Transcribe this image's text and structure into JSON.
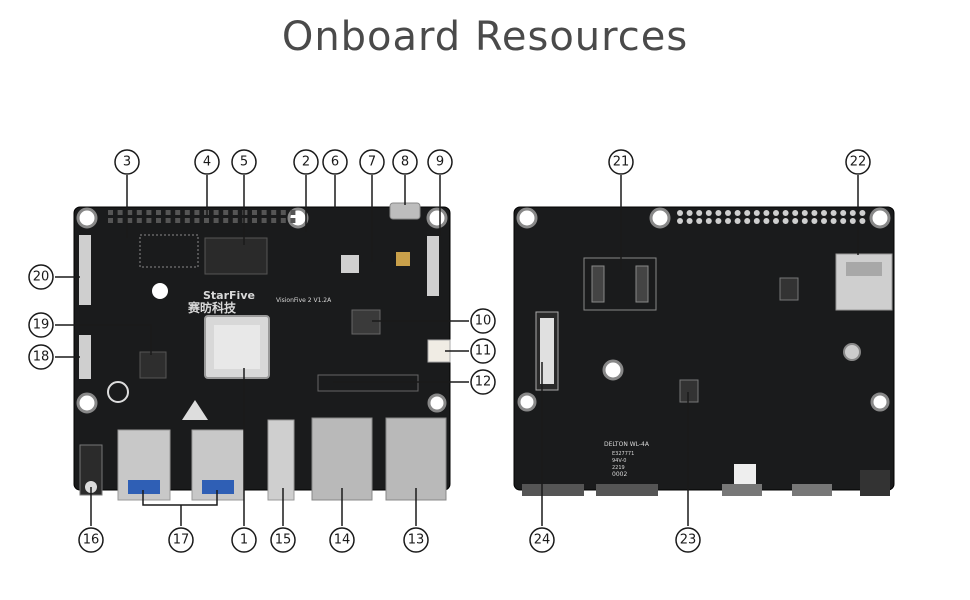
{
  "title": "Onboard Resources",
  "front_board": {
    "brand_text": "StarFive",
    "brand_cn": "赛昉科技",
    "model_text": "VisionFive 2  V1.2A"
  },
  "back_board": {
    "label_text": "DELTON  WL-4A",
    "marks": [
      "E327771",
      "94V-0",
      "2219",
      "0002"
    ]
  },
  "callouts": [
    {
      "id": "c1",
      "label": "1"
    },
    {
      "id": "c2",
      "label": "2"
    },
    {
      "id": "c3",
      "label": "3"
    },
    {
      "id": "c4",
      "label": "4"
    },
    {
      "id": "c5",
      "label": "5"
    },
    {
      "id": "c6",
      "label": "6"
    },
    {
      "id": "c7",
      "label": "7"
    },
    {
      "id": "c8",
      "label": "8"
    },
    {
      "id": "c9",
      "label": "9"
    },
    {
      "id": "c10",
      "label": "10"
    },
    {
      "id": "c11",
      "label": "11"
    },
    {
      "id": "c12",
      "label": "12"
    },
    {
      "id": "c13",
      "label": "13"
    },
    {
      "id": "c14",
      "label": "14"
    },
    {
      "id": "c15",
      "label": "15"
    },
    {
      "id": "c16",
      "label": "16"
    },
    {
      "id": "c17",
      "label": "17"
    },
    {
      "id": "c18",
      "label": "18"
    },
    {
      "id": "c19",
      "label": "19"
    },
    {
      "id": "c20",
      "label": "20"
    },
    {
      "id": "c21",
      "label": "21"
    },
    {
      "id": "c22",
      "label": "22"
    },
    {
      "id": "c23",
      "label": "23"
    },
    {
      "id": "c24",
      "label": "24"
    }
  ]
}
